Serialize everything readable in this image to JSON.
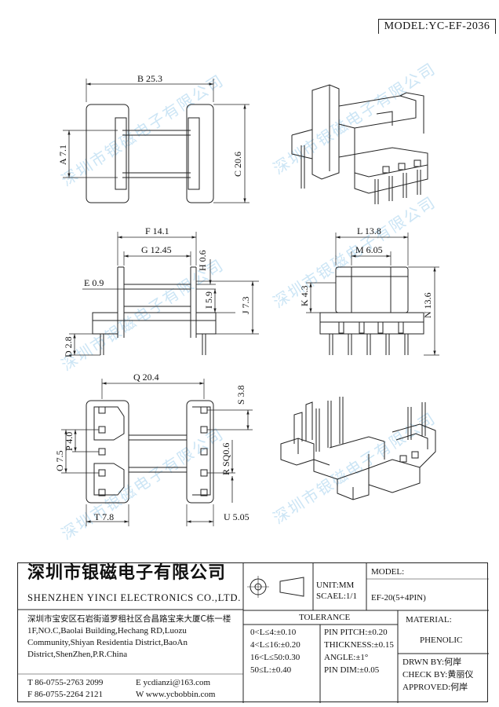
{
  "model_header": "MODEL:YC-EF-2036",
  "watermark": "深圳市银磁电子有限公司",
  "dimensions": {
    "B": "B 25.3",
    "A": "A 7.1",
    "C": "C 20.6",
    "F": "F 14.1",
    "G": "G 12.45",
    "H": "H 0.6",
    "E": "E 0.9",
    "I": "I 5.9",
    "J": "J 7.3",
    "D": "D 2.8",
    "L": "L 13.8",
    "M": "M 6.05",
    "K": "K 4.3",
    "N": "N 13.6",
    "Q": "Q 20.4",
    "S": "S 3.8",
    "O": "O 7.5",
    "P": "P 4.0",
    "R": "R SQ0.6",
    "T": "T 7.8",
    "U": "U 5.05"
  },
  "title_block": {
    "company_cn": "深圳市银磁电子有限公司",
    "company_en": "SHENZHEN YINCI ELECTRONICS CO.,LTD.",
    "address_lines": [
      "深圳市宝安区石岩街道罗租社区合昌路宝来大厦C栋一楼",
      "1F,NO.C,Baolai Building,Hechang RD,Luozu",
      "Community,Shiyan Residentia District,BaoAn",
      "District,ShenZhen,P.R.China"
    ],
    "tel": "T 86-0755-2763 2099",
    "fax": "F 86-0755-2264 2121",
    "email": "E ycdianzi@163.com",
    "web": "W www.ycbobbin.com",
    "unit": "UNIT:MM",
    "scale": "SCAEL:1/1",
    "model_label": "MODEL:",
    "model_value": "EF-20(5+4PIN)",
    "tolerance_title": "TOLERANCE",
    "tolerance_rows": [
      "0<L≤4:±0.10",
      "4<L≤16:±0.20",
      "16<L≤50:0.30",
      "50≤L:±0.40"
    ],
    "pin_rows": [
      "PIN PITCH:±0.20",
      "THICKNESS:±0.15",
      "ANGLE:±1°",
      "PIN DIM:±0.05"
    ],
    "material_label": "MATERIAL:",
    "material_value": "PHENOLIC",
    "drawn_by": "DRWN BY:何岸",
    "check_by": "CHECK BY:黄丽仪",
    "approved_by": "APPROVED:何岸"
  }
}
